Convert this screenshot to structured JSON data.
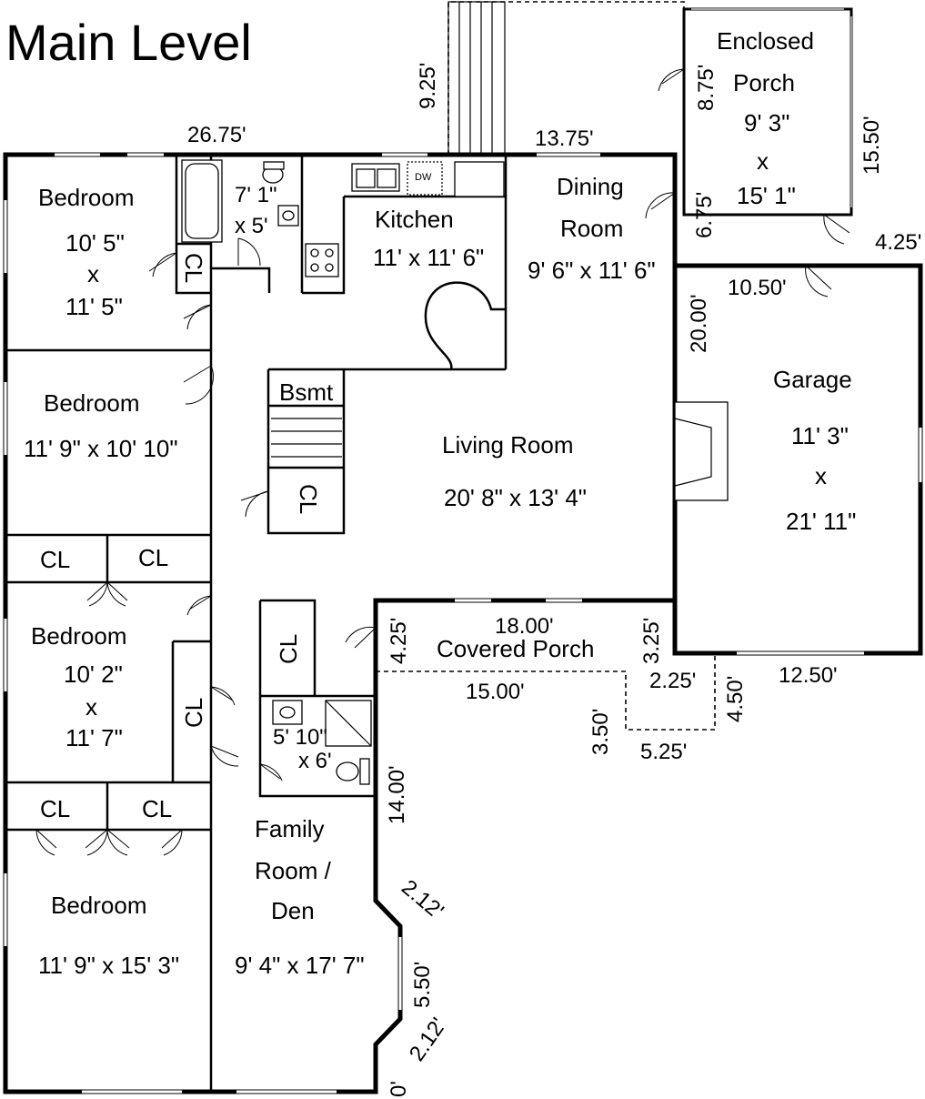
{
  "title": "Main Level",
  "rooms": {
    "bedroom1": {
      "name": "Bedroom",
      "size_w": "10' 5\"",
      "x": "x",
      "size_h": "11' 5\""
    },
    "bedroom2": {
      "name": "Bedroom",
      "size": "11' 9\" x 10' 10\""
    },
    "bedroom3": {
      "name": "Bedroom",
      "size_w": "10' 2\"",
      "x": "x",
      "size_h": "11' 7\""
    },
    "bedroom4": {
      "name": "Bedroom",
      "size": "11' 9\" x 15' 3\""
    },
    "bath1": {
      "size_a": "7' 1\"",
      "size_b": "x 5'"
    },
    "bath2": {
      "size_a": "5' 10\"",
      "size_b": "x 6'"
    },
    "kitchen": {
      "name": "Kitchen",
      "size": "11' x 11' 6\""
    },
    "dw": "DW",
    "dining": {
      "name_1": "Dining",
      "name_2": "Room",
      "size": "9' 6\" x 11' 6\""
    },
    "enclosed_porch": {
      "name_1": "Enclosed",
      "name_2": "Porch",
      "size_w": "9' 3\"",
      "x": "x",
      "size_h": "15' 1\""
    },
    "garage": {
      "name": "Garage",
      "size_w": "11' 3\"",
      "x": "x",
      "size_h": "21' 11\""
    },
    "living": {
      "name": "Living Room",
      "size": "20' 8\" x 13' 4\""
    },
    "bsmt": "Bsmt",
    "covered_porch": {
      "name": "Covered Porch"
    },
    "family": {
      "name_1": "Family",
      "name_2": "Room /",
      "name_3": "Den",
      "size": "9' 4\" x 17' 7\""
    },
    "closet": "CL"
  },
  "dimensions": {
    "top_left": "26.75'",
    "top_right": "13.75'",
    "deck_height": "9.25'",
    "porch_door": "8.75'",
    "porch_side": "15.50'",
    "dining_side": "6.75'",
    "garage_offset": "4.25'",
    "garage_top": "10.50'",
    "garage_side": "20.00'",
    "garage_bottom": "12.50'",
    "cp_top": "18.00'",
    "cp_bottom": "15.00'",
    "cp_left": "4.25'",
    "cp_right": "3.25'",
    "step_w": "2.25'",
    "step_h": "4.50'",
    "step_left": "3.50'",
    "step_bottom": "5.25'",
    "fam_side": "14.00'",
    "bay_a": "2.12'",
    "bay_b": "5.50'",
    "bay_c": "2.12'",
    "bottom_tail": "0'"
  }
}
